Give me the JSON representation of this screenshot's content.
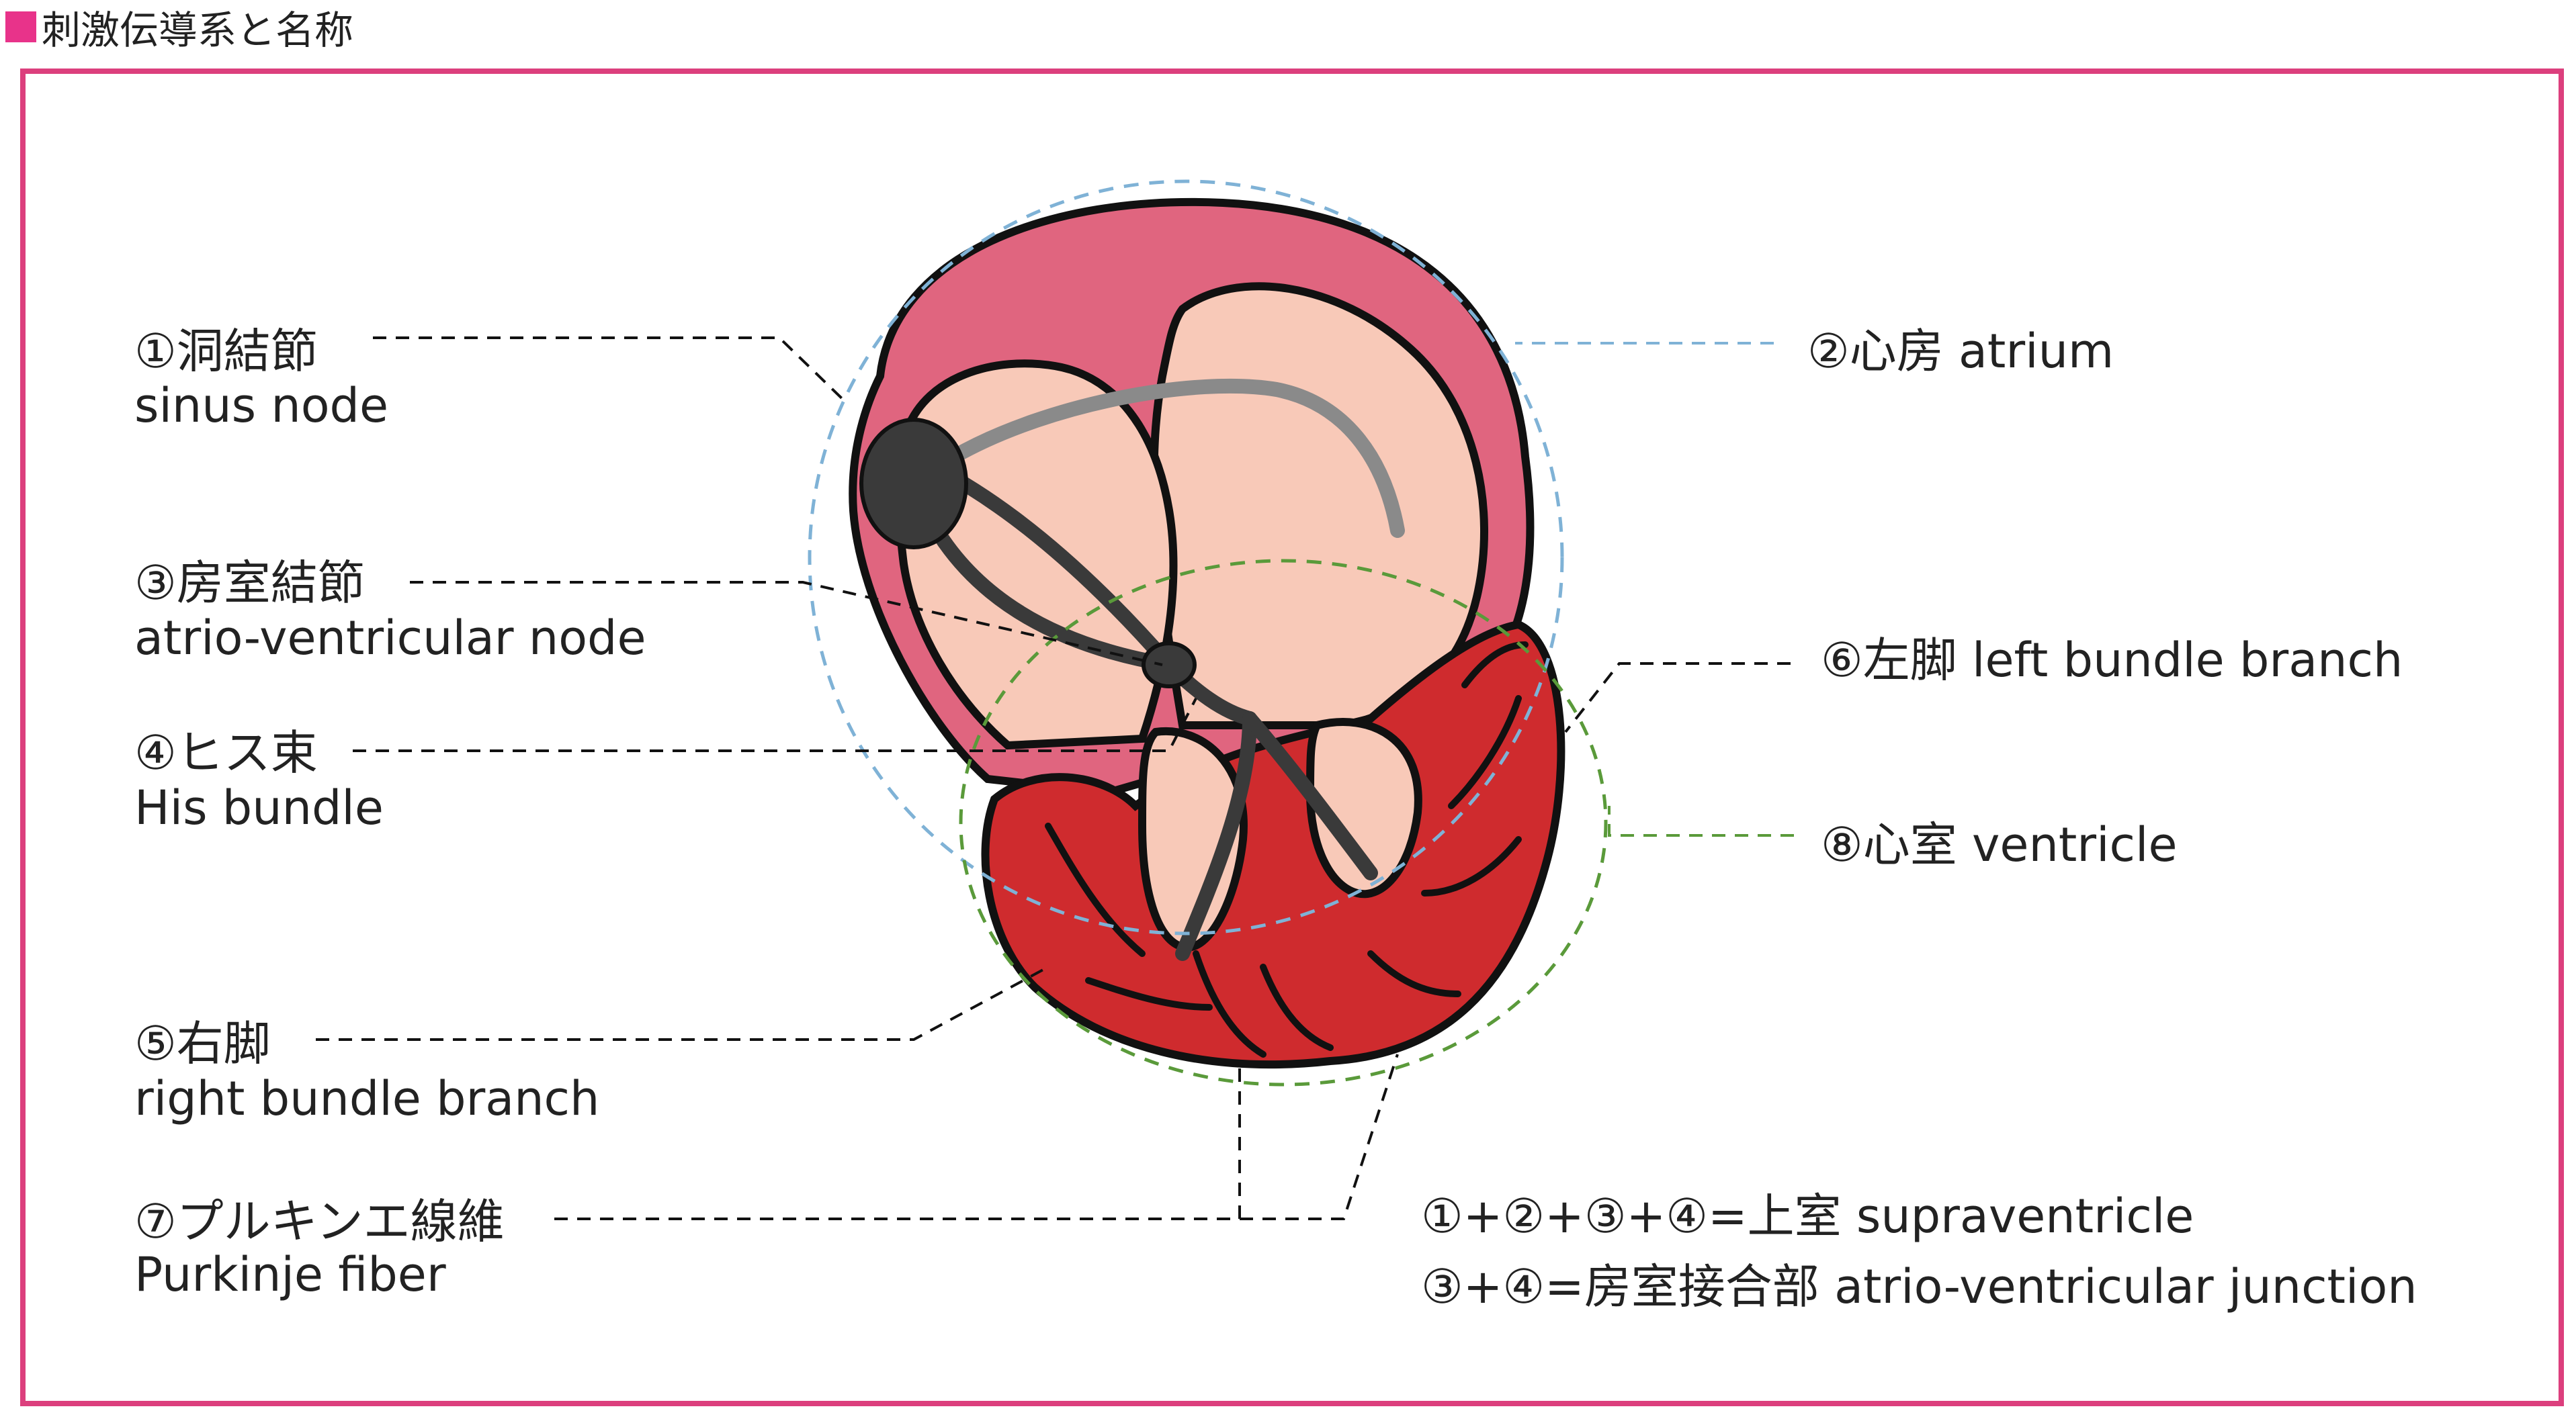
{
  "title": "刺激伝導系と名称",
  "colors": {
    "title_marker": "#e8338a",
    "frame": "#dc3f7d",
    "atrium_wall": "#e0657f",
    "atrium_inner": "#f8c9b8",
    "ventricle_wall": "#cf2b2e",
    "conduction": "#3a3a3a",
    "atrium_circle": "#7fb2d6",
    "ventricle_circle": "#5a9a3a"
  },
  "labels": {
    "sinus": {
      "jp": "①洞結節",
      "en": "sinus node"
    },
    "atrium": {
      "text": "②心房 atrium"
    },
    "av_node": {
      "jp": "③房室結節",
      "en": "atrio-ventricular node"
    },
    "his": {
      "jp": "④ヒス束",
      "en": "His bundle"
    },
    "rbb": {
      "jp": "⑤右脚",
      "en": "right bundle branch"
    },
    "lbb": {
      "text": "⑥左脚 left bundle branch"
    },
    "purkinje": {
      "jp": "⑦プルキンエ線維",
      "en": "Purkinje fiber"
    },
    "ventricle": {
      "text": "⑧心室 ventricle"
    }
  },
  "notes": {
    "supraventricle": "①+②+③+④=上室 supraventricle",
    "av_junction": "③+④=房室接合部 atrio-ventricular junction"
  }
}
